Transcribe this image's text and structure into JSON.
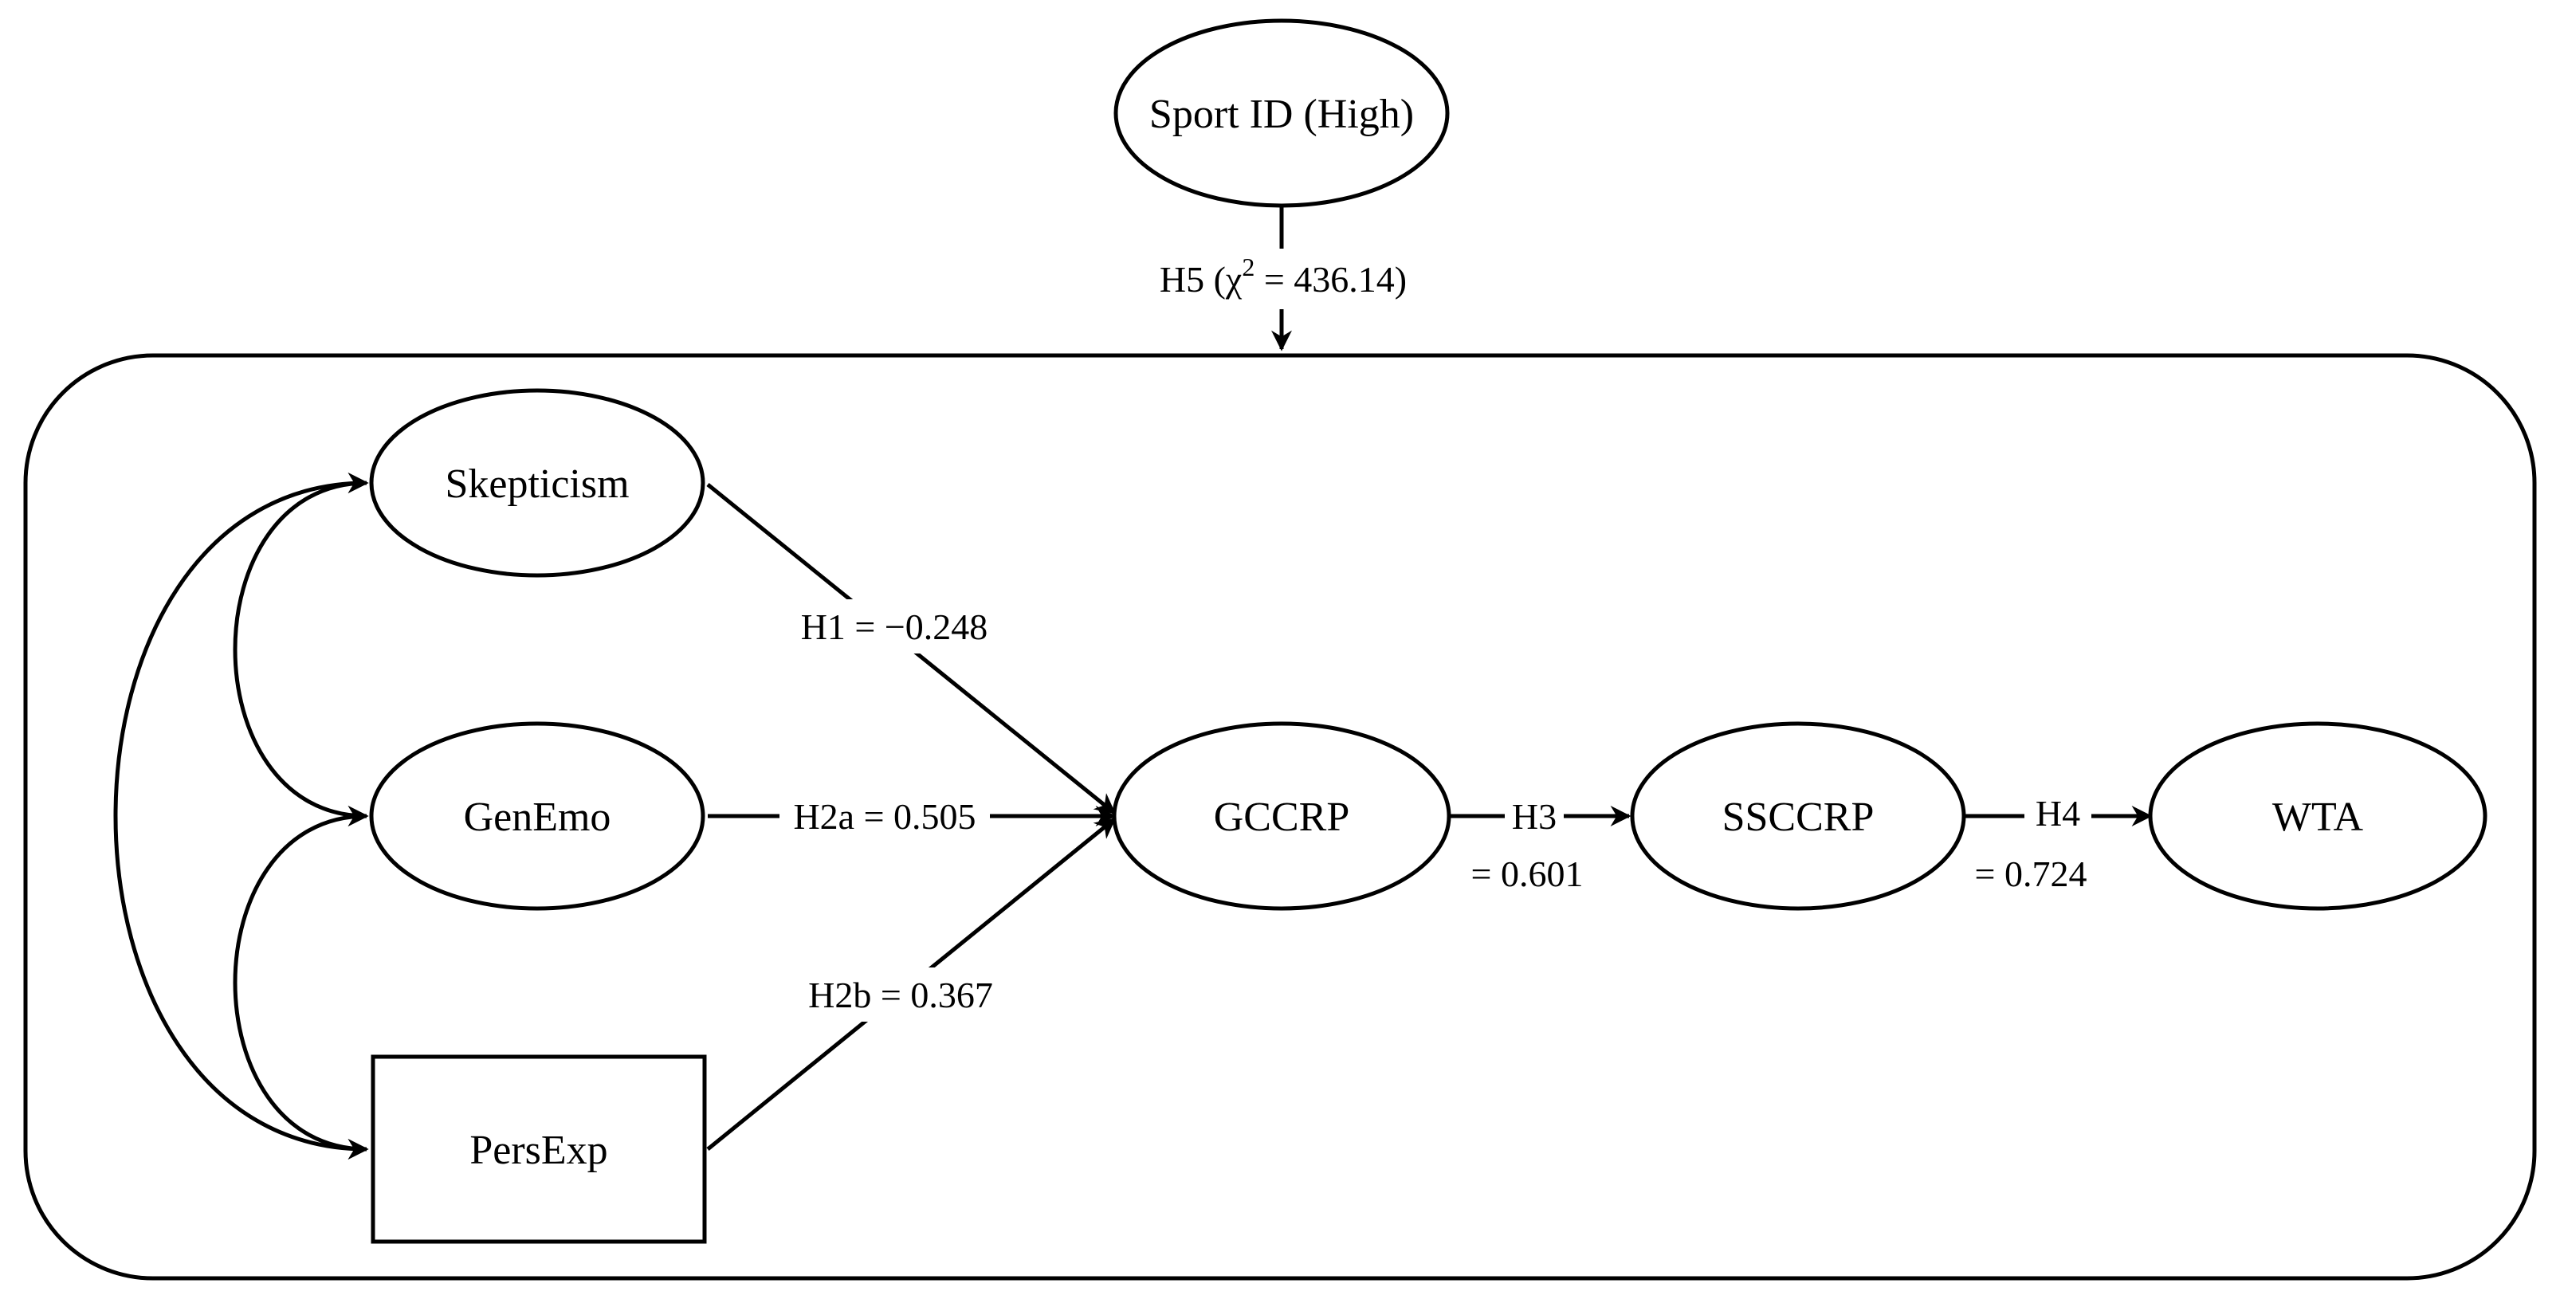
{
  "nodes": {
    "sport_id": "Sport ID (High)",
    "skepticism": "Skepticism",
    "genemo": "GenEmo",
    "persexp": "PersExp",
    "gccrp": "GCCRP",
    "ssccrp": "SSCCRP",
    "wta": "WTA"
  },
  "edges": {
    "h5": {
      "prefix": "H5 (χ",
      "superscript": "2",
      "suffix": " = 436.14)"
    },
    "h1": "H1 = −0.248",
    "h2a": "H2a = 0.505",
    "h2b": "H2b = 0.367",
    "h3_line1": "H3",
    "h3_line2": "= 0.601",
    "h4_line1": "H4",
    "h4_line2": "= 0.724"
  }
}
